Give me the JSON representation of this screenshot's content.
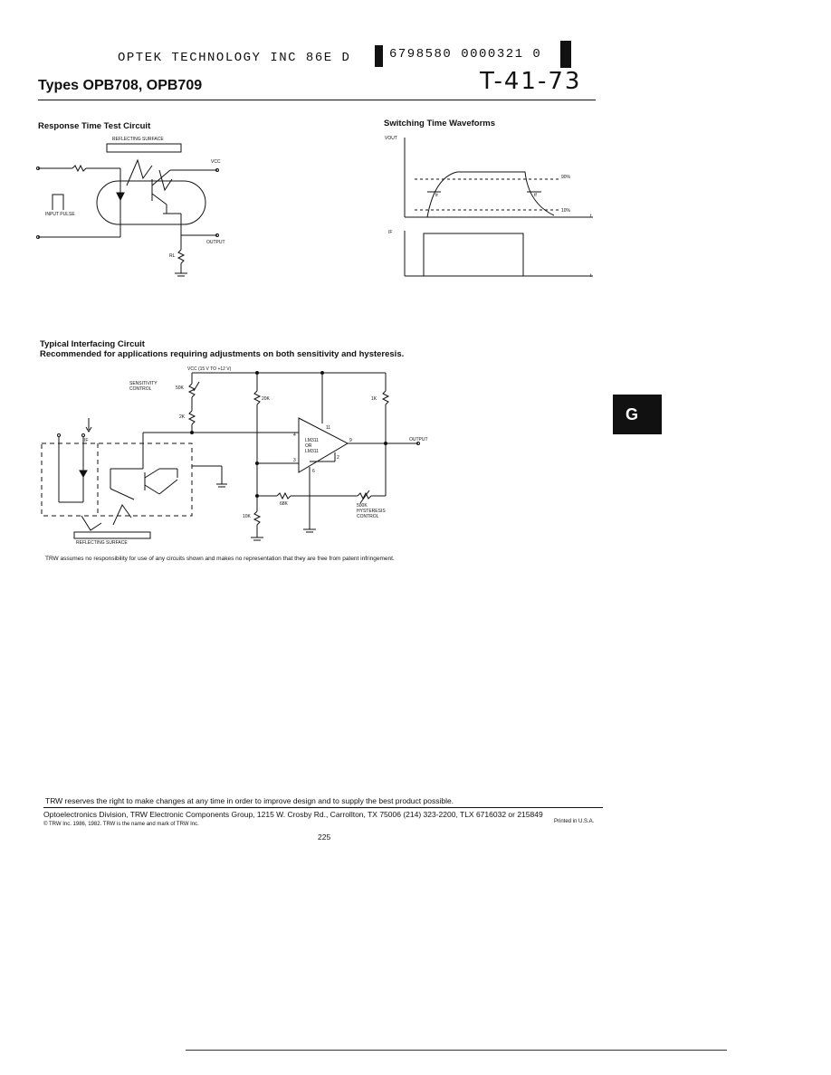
{
  "header": {
    "scan_line": "OPTEK TECHNOLOGY INC 86E D",
    "code_line": "6798580 0000321 0",
    "handwritten_code": "T-41-73",
    "title": "Types OPB708, OPB709"
  },
  "response_circuit": {
    "title": "Response Time Test Circuit",
    "reflecting_surface": "REFLECTING SURFACE",
    "vcc": "VCC",
    "input_pulse": "INPUT PULSE",
    "output": "OUTPUT",
    "rl": "RL"
  },
  "waveforms": {
    "title": "Switching Time Waveforms",
    "vout": "VOUT",
    "if": "IF",
    "tr": "tr",
    "tf": "tf",
    "pct90": "90%",
    "pct10": "10%",
    "t1": "t",
    "t2": "t"
  },
  "interface_circuit": {
    "title": "Typical Interfacing Circuit",
    "subtitle": "Recommended for applications requiring adjustments on both sensitivity and hysteresis.",
    "vcc": "VCC (15 V TO +12 V)",
    "sensitivity": "SENSITIVITY",
    "control": "CONTROL",
    "r50k": "50K",
    "r2k": "2K",
    "r20k": "20K",
    "r1k": "1K",
    "r68k": "68K",
    "r10k": "10K",
    "r500k": "500K",
    "hysteresis": "HYSTERESIS",
    "hyst_control": "CONTROL",
    "if": "IF",
    "opamp_line1": "LM311",
    "opamp_line2": "OR",
    "opamp_line3": "LM311",
    "pin4": "4",
    "pin3": "3",
    "pin11": "11",
    "pin9": "9",
    "pin2": "2",
    "pin6": "6",
    "output": "OUTPUT",
    "reflecting_surface": "REFLECTING SURFACE"
  },
  "disclaimer": "TRW assumes no responsibility for use of any circuits shown and makes no representation that they are free from patent infringement.",
  "footer": {
    "reserve": "TRW reserves the right to make changes at any time in order to improve design and to supply the best product possible.",
    "division": "Optoelectronics Division, TRW Electronic Components Group, 1215 W. Crosby Rd., Carrollton, TX 75006 (214) 323-2200, TLX 6716032 or 215849",
    "copyright": "© TRW Inc. 1986, 1982. TRW is the name and mark of TRW Inc.",
    "printed": "Printed in U.S.A.",
    "page_number": "225"
  },
  "tab": {
    "letter": "G"
  }
}
